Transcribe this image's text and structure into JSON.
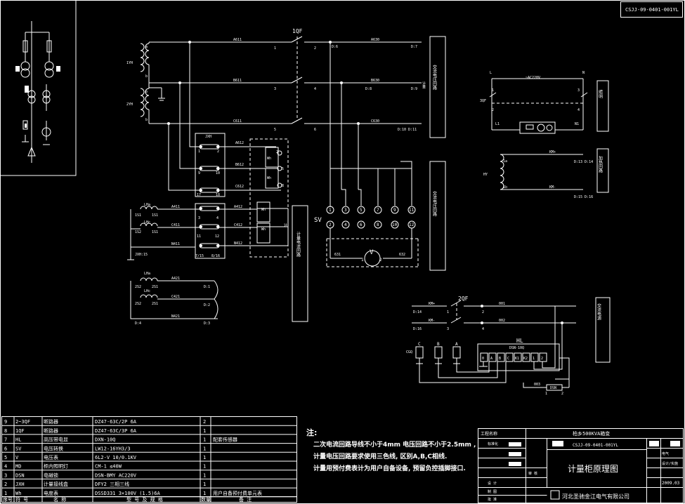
{
  "drawing_no": "CSJJ-09-0401-001YL",
  "breakers": {
    "q1": "1QF",
    "q2": "2QF"
  },
  "ct_labels": {
    "yh1": "1YH",
    "yh2": "2YH",
    "sv": "SV",
    "hy": "HY",
    "jxh": "JXH",
    "jxh15": "JXH:15",
    "hl": "HL",
    "dsn": "DSN-10Q",
    "v": "V",
    "dsn2": "DSN",
    "lh": "LHa",
    "lhc": "LHc"
  },
  "wires": {
    "a611": "A611",
    "b611": "B611",
    "c611": "C611",
    "a630": "A630",
    "b630": "B630",
    "c630": "C630",
    "a612": "A612",
    "b612": "B612",
    "c612": "C612",
    "a411": "A411",
    "c411": "C411",
    "n411": "N411",
    "a412": "A412",
    "c412": "C412",
    "n412": "N412",
    "a421": "A421",
    "c421": "C421",
    "n421": "N421",
    "w631": "631",
    "w632": "632",
    "w001": "001",
    "w002": "002",
    "w003": "003",
    "kma": "KM+",
    "kmb": "KM-",
    "ac220": "~AC220V"
  },
  "terminals": {
    "d6": "D:6",
    "d7": "D:7",
    "d8": "D:8",
    "d9": "D:9",
    "d10": "D:10 D:11",
    "d13": "D:13 D:14",
    "d15": "D:15 D:16",
    "d1": "D:1",
    "d2": "D:2",
    "d3": "D:3",
    "d4": "D:4",
    "d14": "D:14",
    "d16": "D:16"
  },
  "side_labels": {
    "jl1": "交流电压回路",
    "jl1a": "计量电压回路",
    "jl2": "交流电压回路",
    "jl3": "计量电流回路",
    "zm": "照明",
    "gc": "加热回路",
    "jl4": "交流电源"
  },
  "bom": {
    "rows": [
      {
        "no": "9",
        "code": "2~3QF",
        "name": "断路器",
        "model": "DZ47-63C/2P  6A",
        "qty": "2",
        "note": ""
      },
      {
        "no": "8",
        "code": "1QF",
        "name": "断路器",
        "model": "DZ47-63C/3P  6A",
        "qty": "1",
        "note": ""
      },
      {
        "no": "7",
        "code": "HL",
        "name": "高压带电显",
        "model": "DXN-10Q",
        "qty": "1",
        "note": "配套传感器"
      },
      {
        "no": "6",
        "code": "SV",
        "name": "电压转换",
        "model": "LW12-16YH3/3",
        "qty": "1",
        "note": ""
      },
      {
        "no": "5",
        "code": "V",
        "name": "电压表",
        "model": "6L2-V   10/0.1KV",
        "qty": "1",
        "note": ""
      },
      {
        "no": "4",
        "code": "MD",
        "name": "柜内照明灯",
        "model": "CM-1   ≤40W",
        "qty": "1",
        "note": ""
      },
      {
        "no": "3",
        "code": "DSN",
        "name": "电磁锁",
        "model": "DSN-BMY   AC220V",
        "qty": "1",
        "note": ""
      },
      {
        "no": "2",
        "code": "JXH",
        "name": "计量接线盒",
        "model": "DFY2  三相三线",
        "qty": "1",
        "note": ""
      },
      {
        "no": "1",
        "code": "Wh",
        "name": "电度表",
        "model": "DSSD331  3×100V (1.5)6A",
        "qty": "1",
        "note": "用户自备预付费单元表"
      }
    ],
    "header": {
      "no": "序号",
      "code": "符  号",
      "name": "名    称",
      "model": "型 号 及 规 格",
      "qty": "数量",
      "note": "备    注"
    }
  },
  "notes": {
    "title": "注:",
    "line1": "二次电流回路导线不小于4mm  电压回路不小于2.5mm ,",
    "line2": "计量电压回路要求使用三色线, 区别A,B,C相线.",
    "line3": "计量用预付费表计为用户自备设备, 预留负控插脚接口."
  },
  "title_block": {
    "project_label": "工程名称",
    "project": "柏乡500KVA箱变",
    "drawing_no": "CSJJ-09-0401-001YL",
    "title": "计量柜原理图",
    "company": "河北圣驰金江电气有限公司",
    "date": "2009.03",
    "cells": {
      "design": "设 计",
      "check": "审 核",
      "draw": "制 图",
      "approve": "批 准",
      "standard": "标准化",
      "elec": "电气",
      "stage": "设计/实施"
    }
  }
}
